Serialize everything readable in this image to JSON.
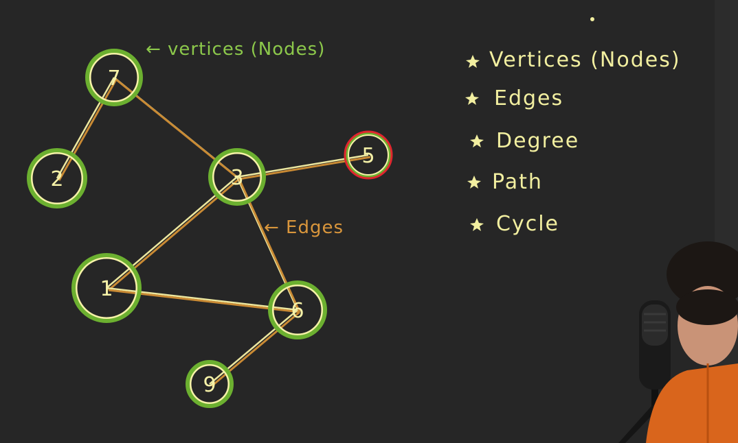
{
  "graph": {
    "nodes": [
      {
        "id": "7",
        "label": "7",
        "highlight": "green"
      },
      {
        "id": "2",
        "label": "2",
        "highlight": "green"
      },
      {
        "id": "3",
        "label": "3",
        "highlight": "green"
      },
      {
        "id": "5",
        "label": "5",
        "highlight": "red"
      },
      {
        "id": "1",
        "label": "1",
        "highlight": "green"
      },
      {
        "id": "6",
        "label": "6",
        "highlight": "green"
      },
      {
        "id": "9",
        "label": "9",
        "highlight": "green"
      }
    ],
    "edges": [
      {
        "from": "7",
        "to": "2"
      },
      {
        "from": "7",
        "to": "3"
      },
      {
        "from": "3",
        "to": "5"
      },
      {
        "from": "3",
        "to": "1"
      },
      {
        "from": "3",
        "to": "6"
      },
      {
        "from": "1",
        "to": "6"
      },
      {
        "from": "6",
        "to": "9"
      }
    ]
  },
  "annotations": {
    "vertices_label": "← vertices (Nodes)",
    "edges_label": "← Edges"
  },
  "topics_list": [
    "Vertices (Nodes)",
    "Edges",
    "Degree",
    "Path",
    "Cycle"
  ],
  "colors": {
    "background": "#262626",
    "chalk_yellow": "#f2efa0",
    "node_ring_green": "#6cb030",
    "node_ring_red": "#e0262e",
    "edge_orange": "#c98a34",
    "annotation_green": "#8cc84b",
    "annotation_orange": "#d9963c"
  }
}
